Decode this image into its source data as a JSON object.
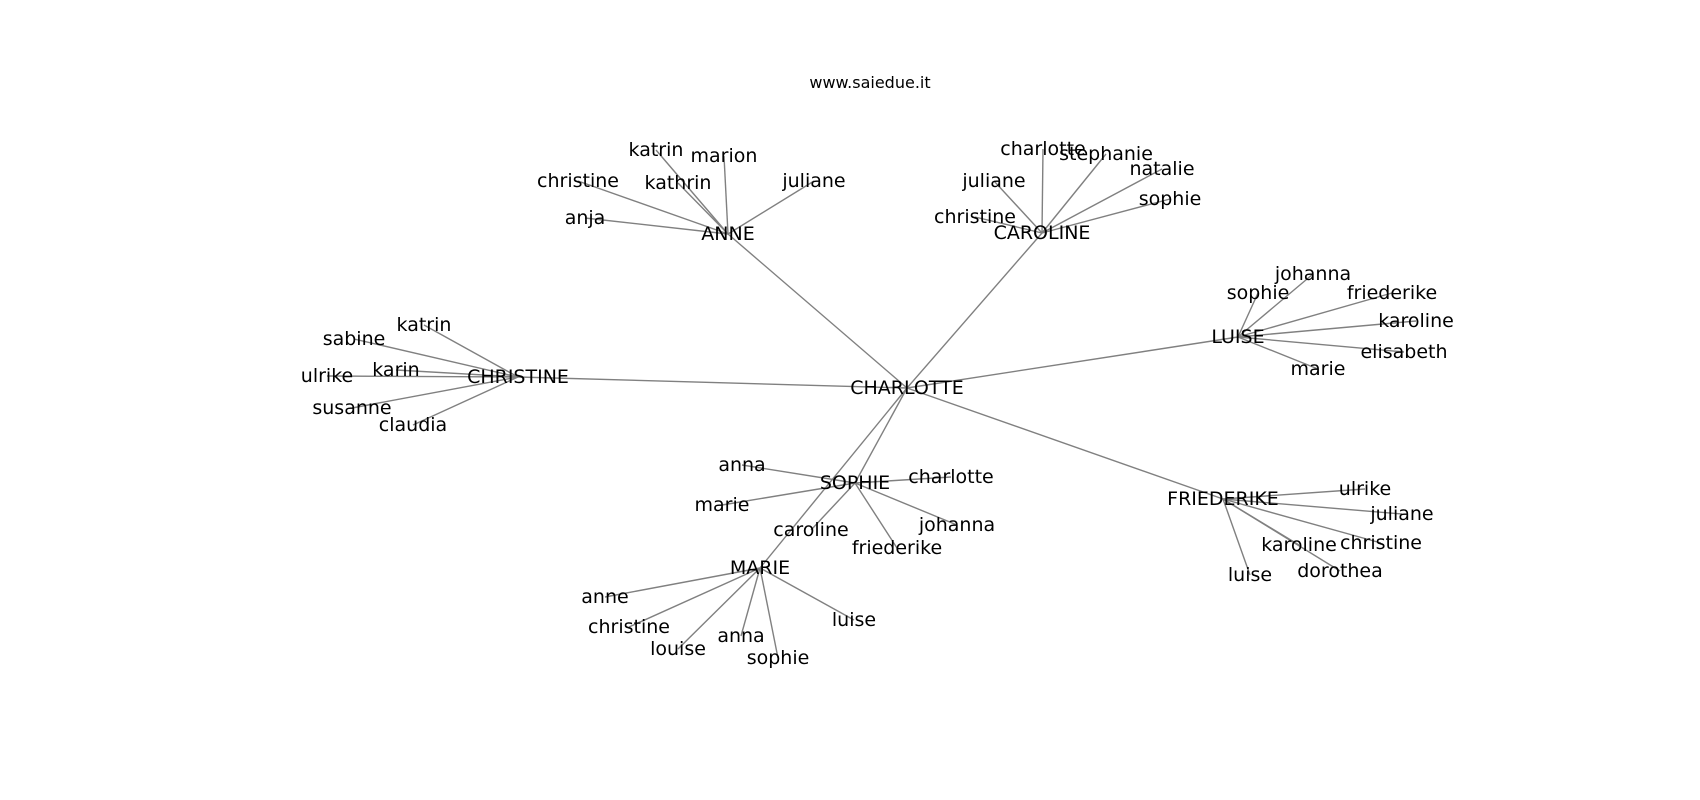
{
  "title": "www.saiedue.it",
  "colors": {
    "edge": "#808080",
    "text": "#000000",
    "background": "#ffffff"
  },
  "root": "CHARLOTTE",
  "hubs": [
    {
      "id": "hub-anne",
      "label": "ANNE",
      "parent": "root",
      "leaves": [
        "katrin",
        "marion",
        "christine",
        "kathrin",
        "juliane",
        "anja"
      ]
    },
    {
      "id": "hub-caroline",
      "label": "CAROLINE",
      "parent": "root",
      "leaves": [
        "charlotte",
        "stephanie",
        "juliane",
        "natalie",
        "sophie",
        "christine"
      ]
    },
    {
      "id": "hub-luise",
      "label": "LUISE",
      "parent": "root",
      "leaves": [
        "johanna",
        "sophie",
        "friederike",
        "karoline",
        "elisabeth",
        "marie"
      ]
    },
    {
      "id": "hub-christine",
      "label": "CHRISTINE",
      "parent": "root",
      "leaves": [
        "katrin",
        "sabine",
        "karin",
        "ulrike",
        "susanne",
        "claudia"
      ]
    },
    {
      "id": "hub-sophie",
      "label": "SOPHIE",
      "parent": "root",
      "leaves": [
        "anna",
        "charlotte",
        "marie",
        "johanna",
        "caroline",
        "friederike"
      ]
    },
    {
      "id": "hub-marie",
      "label": "MARIE",
      "parent": "root",
      "leaves": [
        "anne",
        "christine",
        "luise",
        "louise",
        "anna",
        "sophie"
      ]
    },
    {
      "id": "hub-friederike",
      "label": "FRIEDERIKE",
      "parent": "root",
      "leaves": [
        "ulrike",
        "juliane",
        "karoline",
        "christine",
        "dorothea",
        "luise"
      ]
    }
  ]
}
